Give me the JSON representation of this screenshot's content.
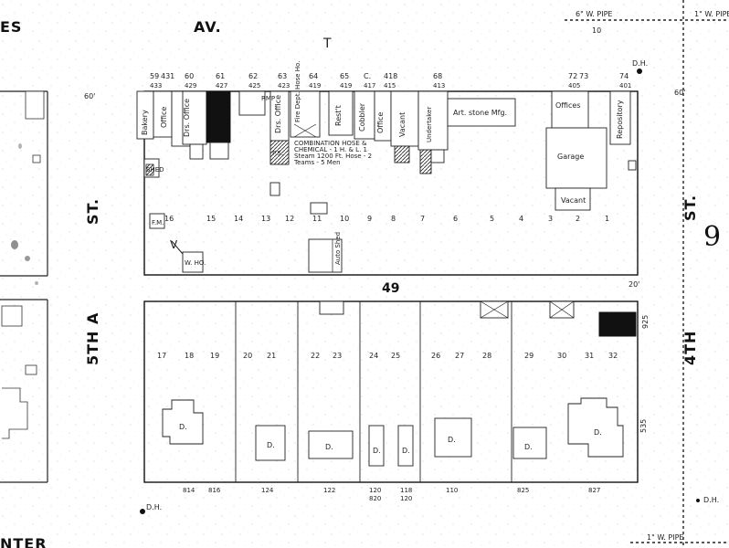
{
  "streets": {
    "top": "AV.",
    "top_left_partial": "ES",
    "left_st": "ST.",
    "left_name": "5TH A",
    "right_st": "ST.",
    "right_name": "4TH",
    "bottom_partial": "NTER"
  },
  "block_number": "49",
  "sheet_number": "9",
  "pipes": {
    "top": "6\" W. PIPE",
    "top_right": "1\" W. PIPE",
    "bottom": "1\" W. PIPE",
    "top_right_num": "10"
  },
  "hydrant_label": "D.H.",
  "setback_top": "60'",
  "setback_right": "60'",
  "setback_mid": "20'",
  "north_mark": "T",
  "cut_label": "V",
  "top_addresses": [
    {
      "n": "59",
      "sub": "433"
    },
    {
      "n": "431",
      "sub": ""
    },
    {
      "n": "60",
      "sub": "429"
    },
    {
      "n": "61",
      "sub": "427"
    },
    {
      "n": "62",
      "sub": "425"
    },
    {
      "n": "63",
      "sub": "423"
    },
    {
      "n": "64",
      "sub": "419"
    },
    {
      "n": "65",
      "sub": "419"
    },
    {
      "n": "C.",
      "sub": "417"
    },
    {
      "n": "418",
      "sub": "415"
    },
    {
      "n": "68",
      "sub": "413"
    },
    {
      "n": "72",
      "sub": "405"
    },
    {
      "n": "73",
      "sub": ""
    },
    {
      "n": "74",
      "sub": "401"
    }
  ],
  "top_lot_numbers": [
    "16",
    "15",
    "14",
    "13",
    "12",
    "11",
    "10",
    "9",
    "8",
    "7",
    "6",
    "5",
    "4",
    "3",
    "2",
    "1"
  ],
  "bottom_lot_numbers": [
    "17",
    "18",
    "19",
    "20",
    "21",
    "22",
    "23",
    "24",
    "25",
    "26",
    "27",
    "28",
    "29",
    "30",
    "31",
    "32"
  ],
  "bottom_addresses": [
    "814",
    "816",
    "124",
    "122",
    "120",
    "118",
    "110",
    "825",
    "827"
  ],
  "bottom_addresses_b": [
    "820",
    "120"
  ],
  "building_labels": {
    "bakery": "Bakery",
    "office": "Office",
    "drs_office": "Drs. Office",
    "drs_office2": "Drs. Office",
    "fire_dept": "Fire Dept. Hose Ho.",
    "restt": "Rest't",
    "cobbler": "Cobbler",
    "office2": "Office",
    "vacant": "Vacant",
    "undertaker": "Undertaker",
    "art_stone": "Art. stone Mfg.",
    "offices": "Offices",
    "garage": "Garage",
    "vacant2": "Vacant",
    "repository": "Repository",
    "combination": "COMBINATION HOSE & CHEMICAL - 1 H. & L. 1 Steam 1200 Ft. Hose - 2 Teams - 5 Men",
    "w_ho": "W. HO.",
    "auto_shed": "Auto Shed",
    "dwelling": "D.",
    "shed": "SHED",
    "rmp": "RMP",
    "ps": "P.S.",
    "fuel": "F.M.",
    "pipes_side": "535",
    "lot_corner": "925"
  }
}
